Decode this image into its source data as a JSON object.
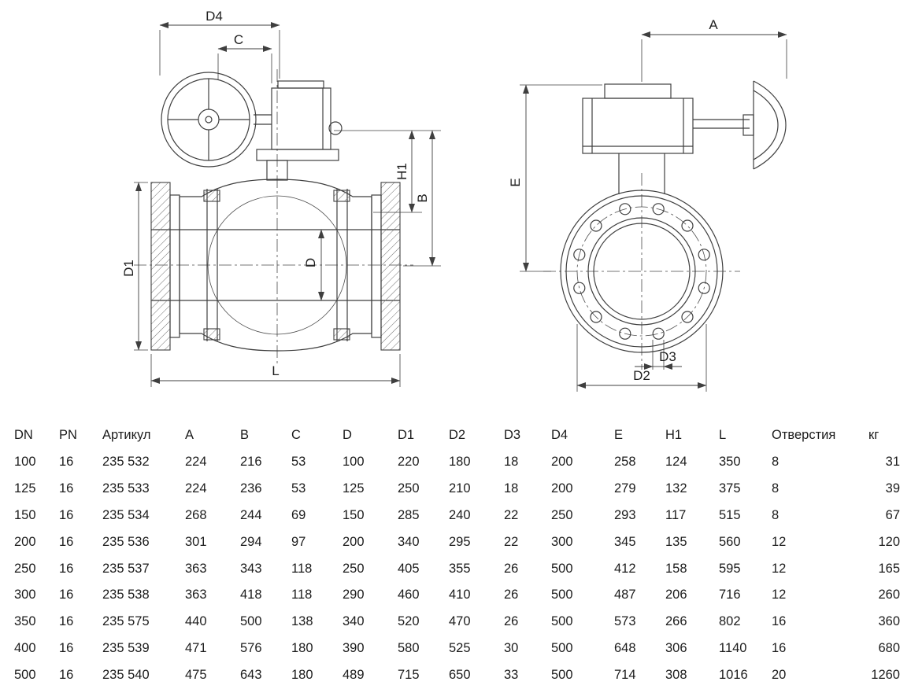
{
  "drawing": {
    "labels": {
      "d4": "D4",
      "c": "C",
      "h1": "H1",
      "b": "B",
      "d": "D",
      "d1": "D1",
      "l": "L",
      "a": "A",
      "e": "E",
      "d3": "D3",
      "d2": "D2"
    }
  },
  "table": {
    "headers": [
      "DN",
      "PN",
      "Артикул",
      "A",
      "B",
      "C",
      "D",
      "D1",
      "D2",
      "D3",
      "D4",
      "E",
      "H1",
      "L",
      "Отверстия",
      "кг"
    ],
    "rows": [
      [
        "100",
        "16",
        "235 532",
        "224",
        "216",
        "53",
        "100",
        "220",
        "180",
        "18",
        "200",
        "258",
        "124",
        "350",
        "8",
        "31"
      ],
      [
        "125",
        "16",
        "235 533",
        "224",
        "236",
        "53",
        "125",
        "250",
        "210",
        "18",
        "200",
        "279",
        "132",
        "375",
        "8",
        "39"
      ],
      [
        "150",
        "16",
        "235 534",
        "268",
        "244",
        "69",
        "150",
        "285",
        "240",
        "22",
        "250",
        "293",
        "117",
        "515",
        "8",
        "67"
      ],
      [
        "200",
        "16",
        "235 536",
        "301",
        "294",
        "97",
        "200",
        "340",
        "295",
        "22",
        "300",
        "345",
        "135",
        "560",
        "12",
        "120"
      ],
      [
        "250",
        "16",
        "235 537",
        "363",
        "343",
        "118",
        "250",
        "405",
        "355",
        "26",
        "500",
        "412",
        "158",
        "595",
        "12",
        "165"
      ],
      [
        "300",
        "16",
        "235 538",
        "363",
        "418",
        "118",
        "290",
        "460",
        "410",
        "26",
        "500",
        "487",
        "206",
        "716",
        "12",
        "260"
      ],
      [
        "350",
        "16",
        "235 575",
        "440",
        "500",
        "138",
        "340",
        "520",
        "470",
        "26",
        "500",
        "573",
        "266",
        "802",
        "16",
        "360"
      ],
      [
        "400",
        "16",
        "235 539",
        "471",
        "576",
        "180",
        "390",
        "580",
        "525",
        "30",
        "500",
        "648",
        "306",
        "1140",
        "16",
        "680"
      ],
      [
        "500",
        "16",
        "235 540",
        "475",
        "643",
        "180",
        "489",
        "715",
        "650",
        "33",
        "500",
        "714",
        "308",
        "1016",
        "20",
        "1260"
      ]
    ]
  }
}
